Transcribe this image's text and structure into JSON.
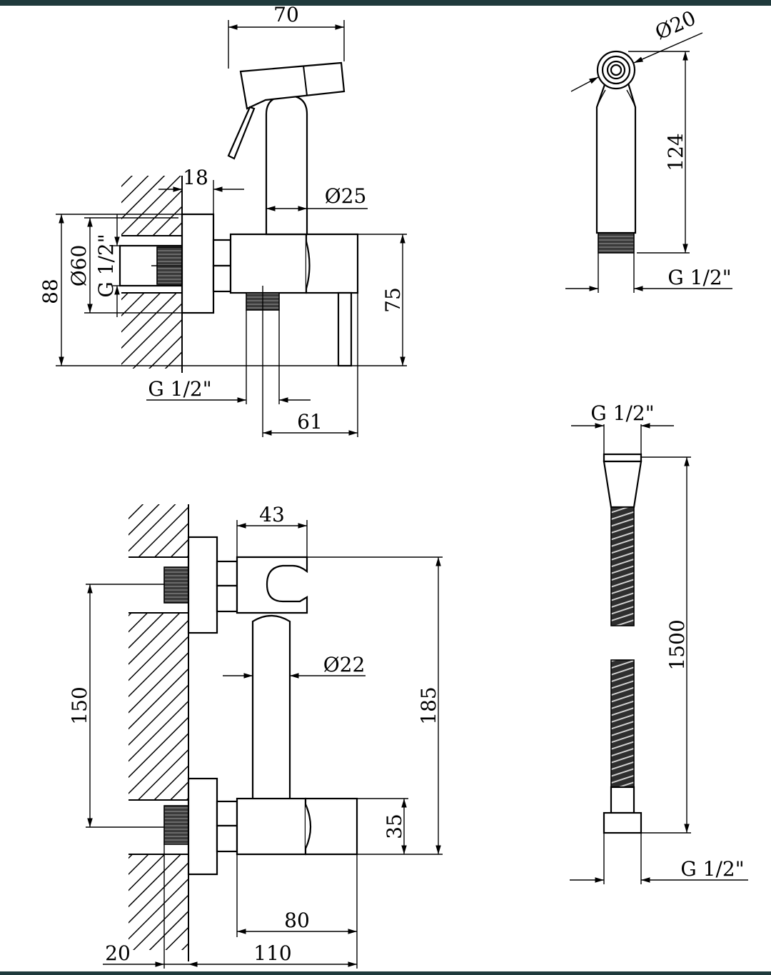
{
  "colors": {
    "frame": "#1f3a3c",
    "line": "#000000",
    "background": "#ffffff"
  },
  "views": {
    "mixer_side": {
      "d_70": "70",
      "d_18": "18",
      "d_25": "Ø25",
      "d_60": "Ø60",
      "d_thread_vert": "G 1/2\"",
      "d_88": "88",
      "d_75": "75",
      "d_thread_bottom": "G 1/2\"",
      "d_61": "61"
    },
    "handshower": {
      "d_20": "Ø20",
      "d_124": "124",
      "d_thread": "G 1/2\""
    },
    "bracket_front": {
      "d_43": "43",
      "d_22": "Ø22",
      "d_150": "150",
      "d_185": "185",
      "d_35": "35",
      "d_80": "80",
      "d_20": "20",
      "d_110": "110"
    },
    "hose": {
      "d_thread_top": "G 1/2\"",
      "d_1500": "1500",
      "d_thread_bottom": "G 1/2\""
    }
  }
}
